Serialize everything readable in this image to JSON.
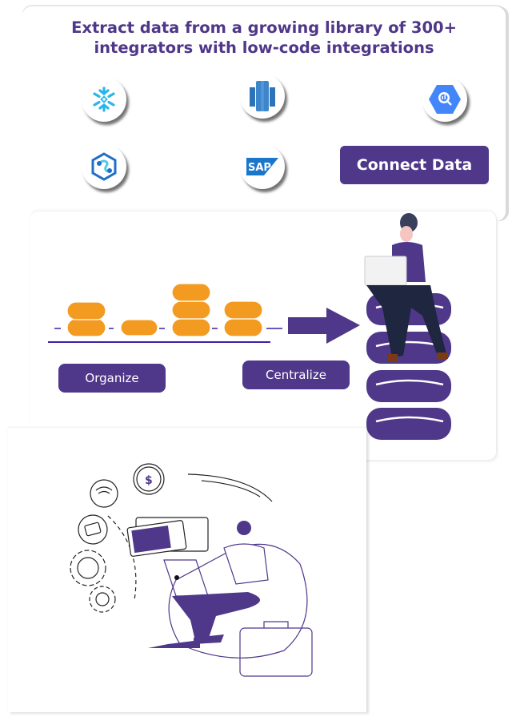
{
  "integrations_panel": {
    "title_line1": "Extract data from a growing library of 300+",
    "title_line2": "integrators with low-code integrations",
    "logos": [
      {
        "name": "Snowflake",
        "icon": "snowflake-icon",
        "color": "#29b5e8"
      },
      {
        "name": "Amazon Redshift",
        "icon": "redshift-icon",
        "color": "#2e73b8"
      },
      {
        "name": "Google BigQuery",
        "icon": "bigquery-icon",
        "color": "#4386fa"
      },
      {
        "name": "Azure Synapse Analytics",
        "icon": "synapse-icon",
        "color": "#1e6fc8"
      },
      {
        "name": "SAP",
        "icon": "sap-icon",
        "color": "#1a76c9"
      }
    ],
    "connect_button": "Connect Data"
  },
  "process_panel": {
    "organize_label": "Organize",
    "centralize_label": "Centralize",
    "coin_color": "#f39a21",
    "accent_color": "#4f3789"
  },
  "illustration_panel": {
    "icons": [
      "dollar-icon",
      "wifi-icon",
      "mail-icon",
      "gear-icon",
      "tablet-icon",
      "laptop-icon",
      "briefcase-icon"
    ],
    "dollar_symbol": "$"
  },
  "colors": {
    "brand_purple": "#4f3789",
    "coin_orange": "#f39a21"
  }
}
